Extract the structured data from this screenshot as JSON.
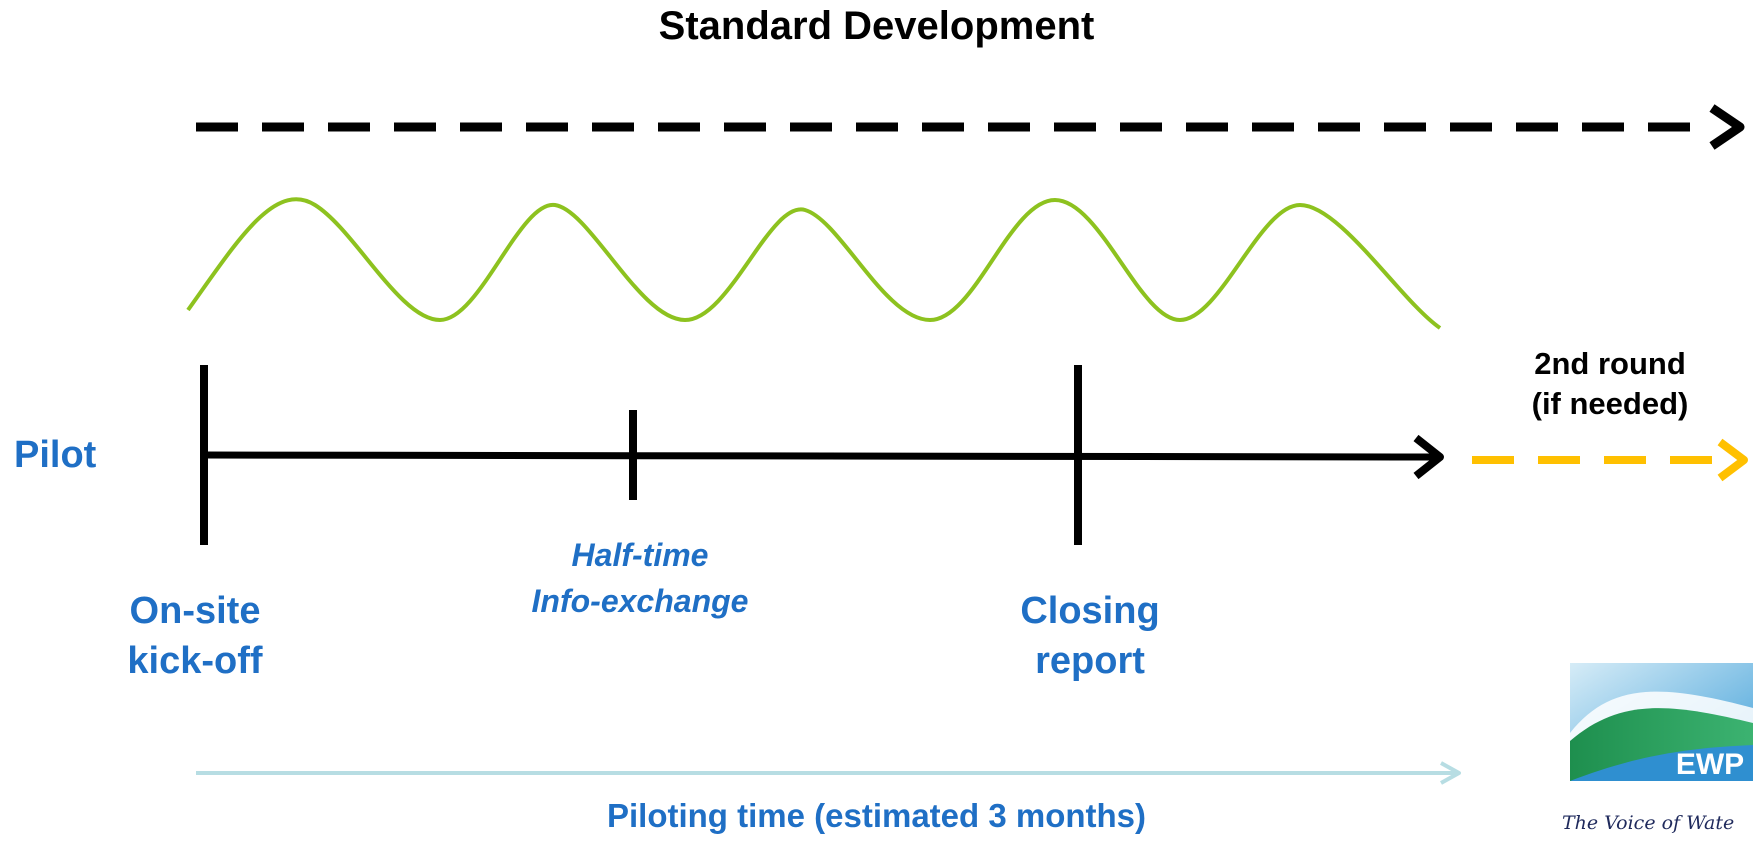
{
  "title": "Standard Development",
  "pilot_label": "Pilot",
  "second_round": {
    "line1": "2nd round",
    "line2": "(if needed)"
  },
  "milestones": [
    {
      "line1": "On-site",
      "line2": "kick-off"
    },
    {
      "line1": "Half-time",
      "line2": "Info-exchange"
    },
    {
      "line1": "Closing",
      "line2": "report"
    }
  ],
  "duration_label": "Piloting time (estimated 3 months)",
  "logo": {
    "text": "EWP",
    "tagline": "The Voice of Wate"
  },
  "colors": {
    "accent_blue": "#1f6fc5",
    "wave_green": "#8dc21f",
    "dashed_orange": "#ffc000",
    "duration_teal": "#b7dde3",
    "line_black": "#000000"
  }
}
